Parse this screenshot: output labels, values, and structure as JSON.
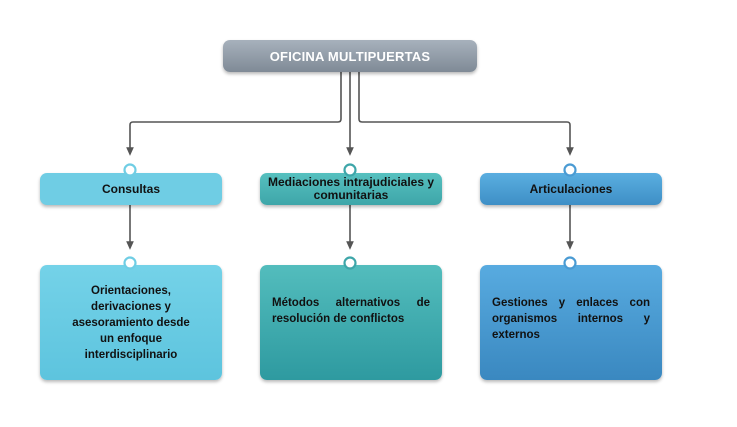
{
  "root": {
    "label": "OFICINA MULTIPUERTAS"
  },
  "branches": [
    {
      "title": "Consultas",
      "detail": "Orientaciones, derivaciones y asesoramiento desde un enfoque interdisciplinario"
    },
    {
      "title": "Mediaciones intrajudiciales y comunitarias",
      "detail": "Métodos alternativos de resolución de conflictos"
    },
    {
      "title": "Articulaciones",
      "detail": "Gestiones y enlaces con organismos internos y externos"
    }
  ],
  "colors": {
    "root": "#8d98a4",
    "consultas": "#6fcde4",
    "mediaciones": "#3ea6a9",
    "articulaciones": "#4a9bd3",
    "connector": "#555555"
  }
}
